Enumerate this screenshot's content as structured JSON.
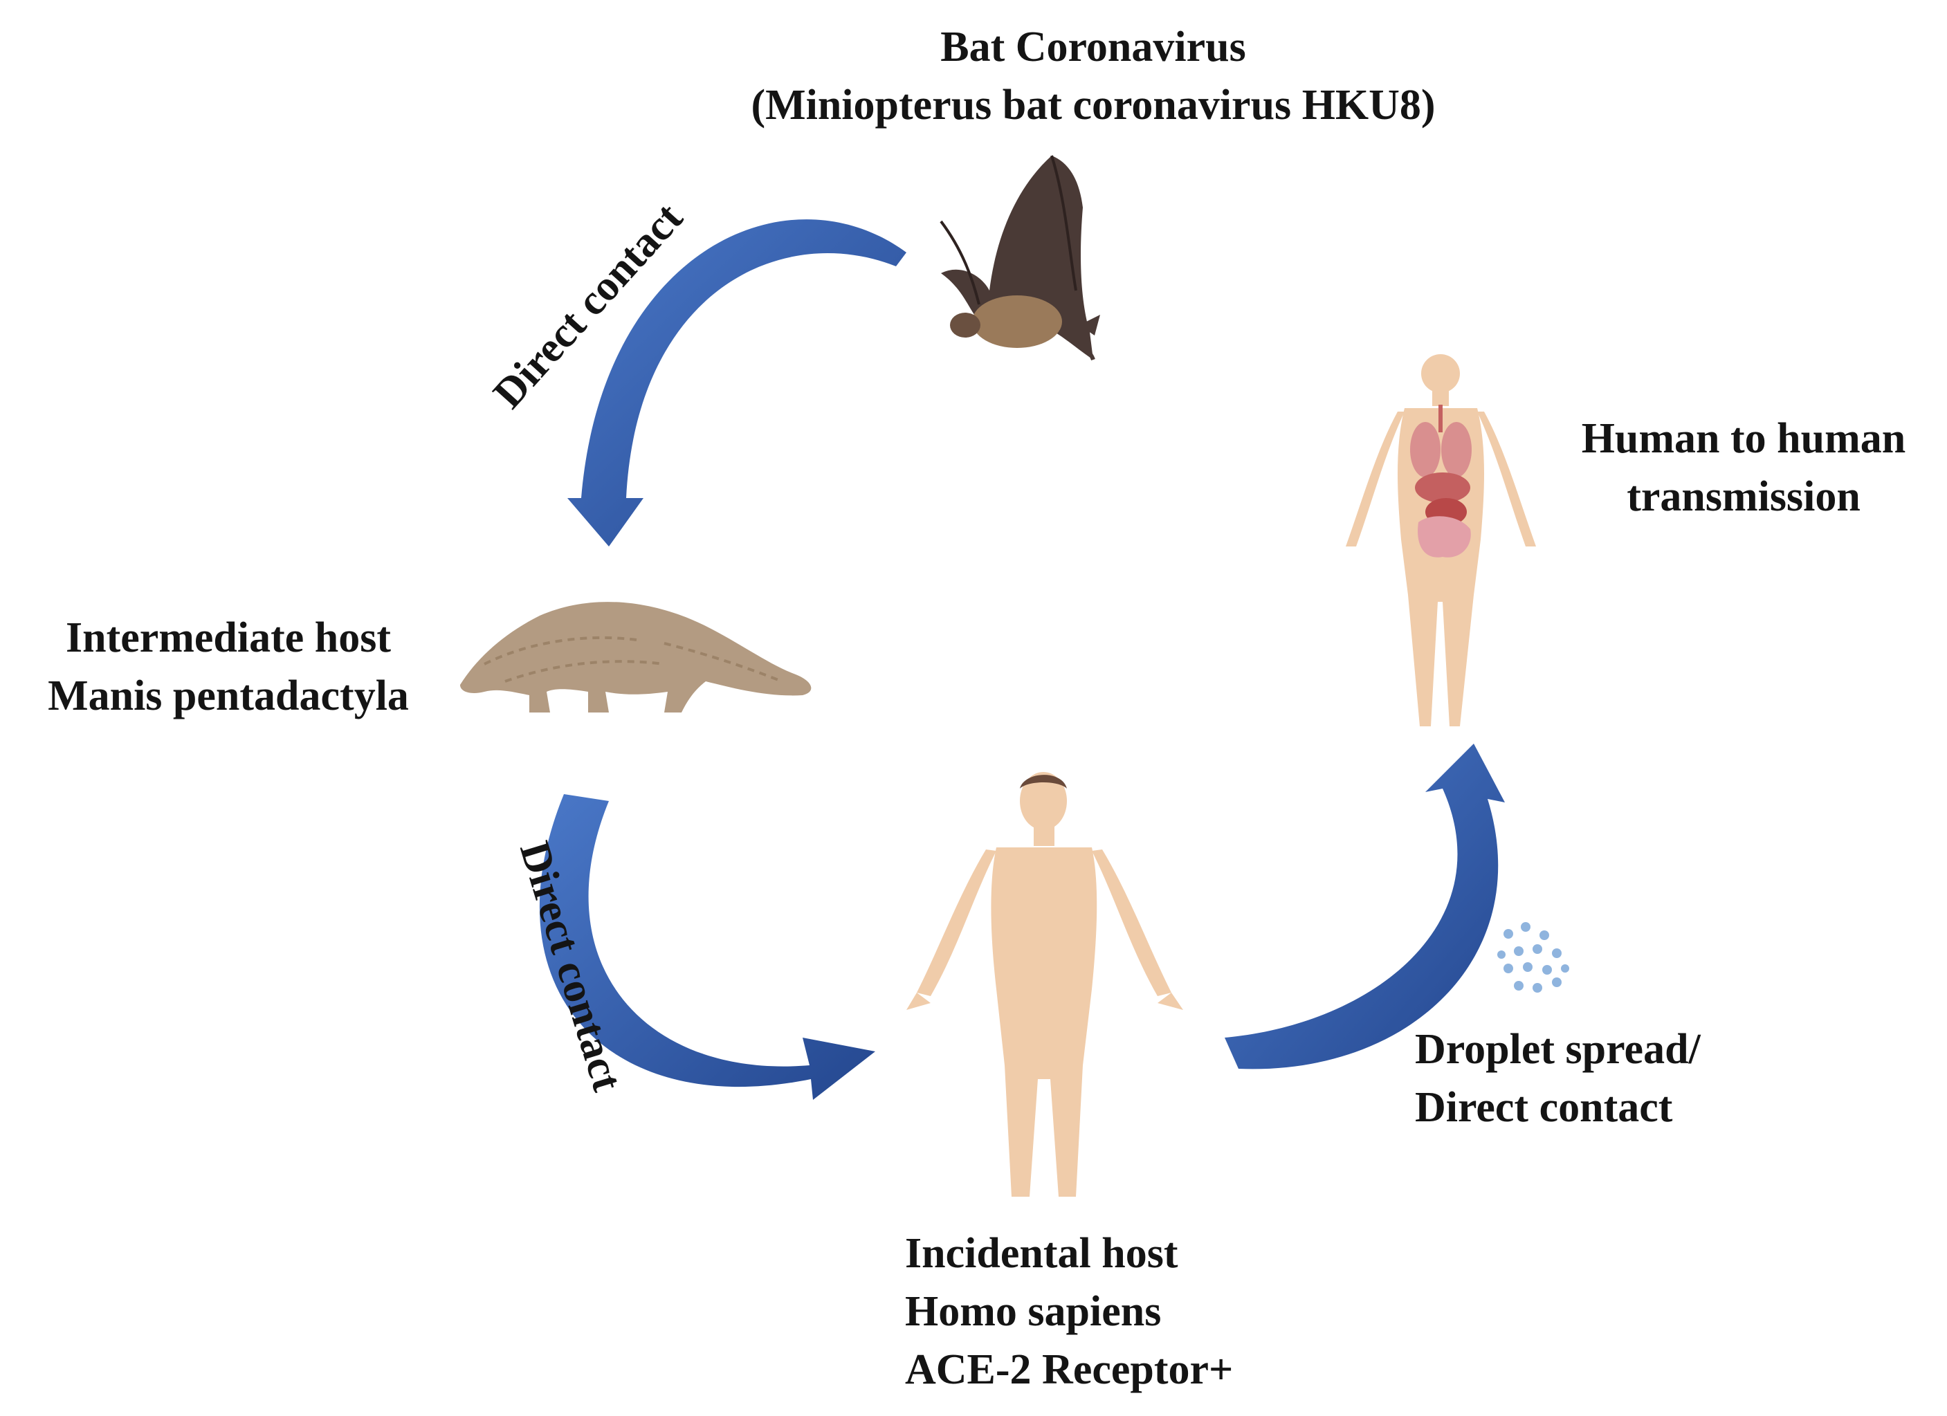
{
  "labels": {
    "bat": {
      "line1": "Bat Coronavirus",
      "line2": "(Miniopterus bat coronavirus HKU8)"
    },
    "human_to_human": {
      "line1": "Human to human",
      "line2": "transmission"
    },
    "intermediate": {
      "line1": "Intermediate host",
      "line2": "Manis pentadactyla"
    },
    "incidental": {
      "line1": "Incidental host",
      "line2": "Homo sapiens",
      "line3": "ACE-2 Receptor+"
    },
    "droplet": {
      "line1": "Droplet spread/",
      "line2": "Direct contact"
    },
    "arrow_bat_to_pangolin": "Direct contact",
    "arrow_pangolin_to_human": "Direct contact"
  },
  "illustrations": {
    "bat": "bat-illustration",
    "pangolin": "pangolin-illustration",
    "human_anatomy": "human-anatomy-illustration",
    "human": "human-illustration",
    "droplets": "droplets-icon"
  },
  "colors": {
    "arrow": "#2f58a8",
    "arrow_light": "#4a78c8",
    "skin": "#f0ccaa",
    "pangolin": "#b39b82",
    "bat": "#4a3a36",
    "droplet": "#8fb4de",
    "text": "#141414"
  }
}
